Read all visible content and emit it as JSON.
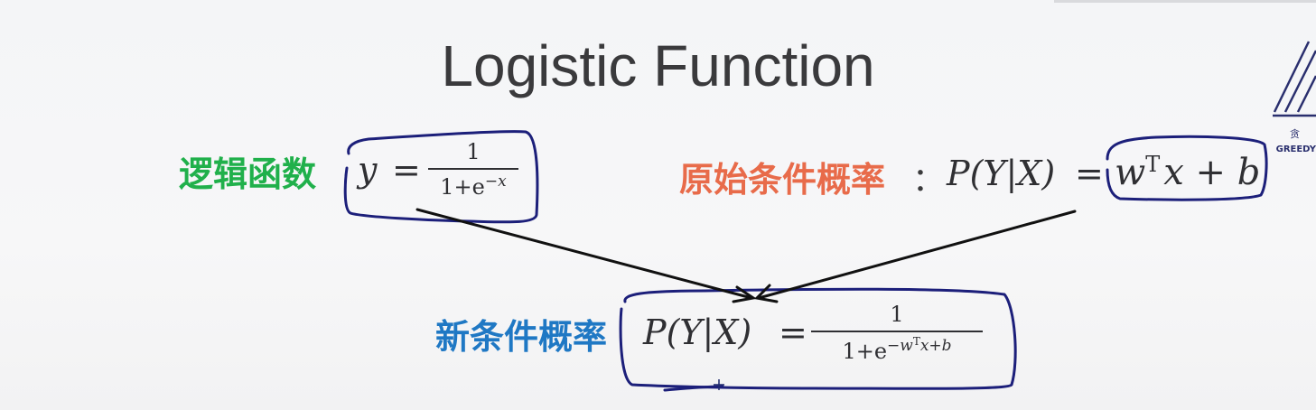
{
  "slide": {
    "title": "Logistic Function",
    "logistic": {
      "label": "逻辑函数",
      "lhs": "y",
      "eq": "=",
      "numerator": "1",
      "den_base": "1+e",
      "den_exp": "−x"
    },
    "original": {
      "label": "原始条件概率",
      "colon": "：",
      "lhs": "P(Y|X)",
      "eq": "=",
      "rhs_w": "w",
      "rhs_sup": "T",
      "rhs_rest": "x + b"
    },
    "new": {
      "label": "新条件概率",
      "lhs": "P(Y|X)",
      "eq": "=",
      "numerator": "1",
      "den_base": "1+e",
      "den_exp": "−w",
      "den_exp_sup": "T",
      "den_exp_rest": "x+b"
    },
    "logo": {
      "char": "贪",
      "text": "GREEDY"
    }
  },
  "colors": {
    "title": "#3a3a3c",
    "green_label": "#20b04b",
    "orange_label": "#e86b4a",
    "blue_label": "#1f78c4",
    "ink_annotation": "#1c1f7a",
    "arrow": "#111111"
  }
}
